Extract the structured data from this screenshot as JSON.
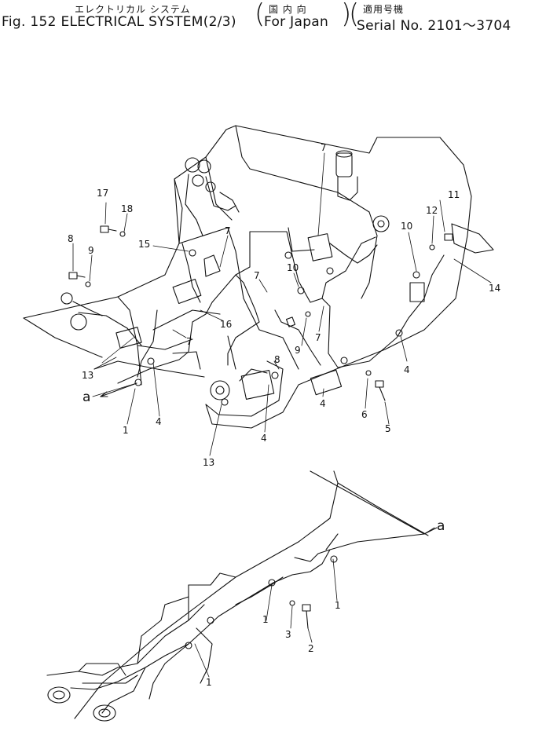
{
  "header": {
    "subtitle_jp": "エレクトリカル システム",
    "fig_label": "Fig. 152",
    "title": "ELECTRICAL SYSTEM(2/3)",
    "region_jp": "国 内 向",
    "region": "For Japan",
    "serial_jp": "適用号機",
    "serial": "Serial No. 2101～3704"
  },
  "callouts": {
    "c1a": "1",
    "c1b": "1",
    "c1c": "1",
    "c1d": "1",
    "c2": "2",
    "c3": "3",
    "c4a": "4",
    "c4b": "4",
    "c4c": "4",
    "c4d": "4",
    "c5": "5",
    "c6": "6",
    "c7a": "7",
    "c7b": "7",
    "c7c": "7",
    "c7d": "7",
    "c7e": "7",
    "c8a": "8",
    "c8b": "8",
    "c9a": "9",
    "c9b": "9",
    "c10a": "10",
    "c10b": "10",
    "c11": "11",
    "c12": "12",
    "c13a": "13",
    "c13b": "13",
    "c14": "14",
    "c15": "15",
    "c16": "16",
    "c17": "17",
    "c18": "18",
    "a_top": "a",
    "a_bottom": "a"
  }
}
